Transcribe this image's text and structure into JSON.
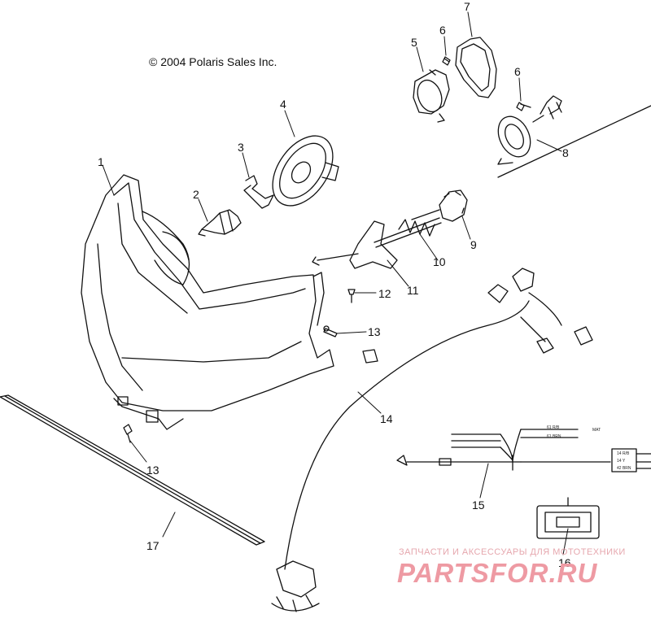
{
  "copyright": "© 2004 Polaris Sales Inc.",
  "callouts": [
    "1",
    "2",
    "3",
    "4",
    "5",
    "6",
    "7",
    "6",
    "8",
    "9",
    "10",
    "11",
    "12",
    "13",
    "14",
    "13",
    "15",
    "16",
    "17"
  ],
  "harness_labels": [
    "61 R/B",
    "61 BRN",
    "14 R/B",
    "14 Y",
    "42 BRN",
    "MAT"
  ],
  "watermark": {
    "tagline": "ЗАПЧАСТИ И АКСЕССУАРЫ ДЛЯ МОТОТЕХНИКИ",
    "brand": "PARTSFOR.RU"
  }
}
